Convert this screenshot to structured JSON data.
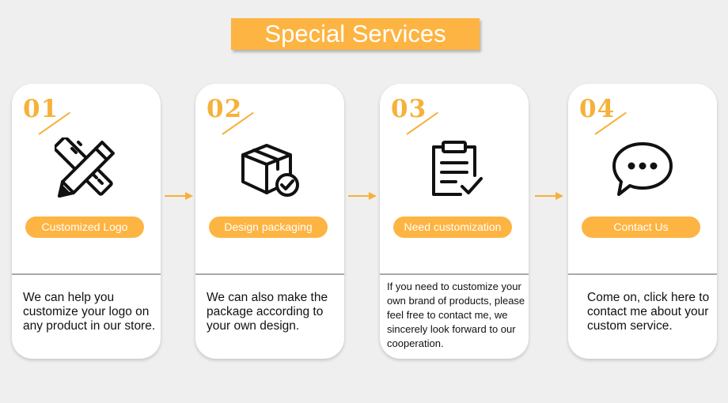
{
  "title": "Special Services",
  "accent_color": "#fdb442",
  "steps": [
    {
      "number": "01",
      "icon": "pencil-ruler-icon",
      "label": "Customized Logo",
      "description": "We can help you customize your logo on any product in our store."
    },
    {
      "number": "02",
      "icon": "package-check-icon",
      "label": "Design packaging",
      "description": "We can also make the package according to your own design."
    },
    {
      "number": "03",
      "icon": "clipboard-check-icon",
      "label": "Need customization",
      "description": "If you need to customize your own brand of products, please feel free to contact me, we sincerely look forward to our cooperation."
    },
    {
      "number": "04",
      "icon": "chat-bubble-icon",
      "label": "Contact Us",
      "description": "Come on, click here to contact me about your custom service."
    }
  ]
}
